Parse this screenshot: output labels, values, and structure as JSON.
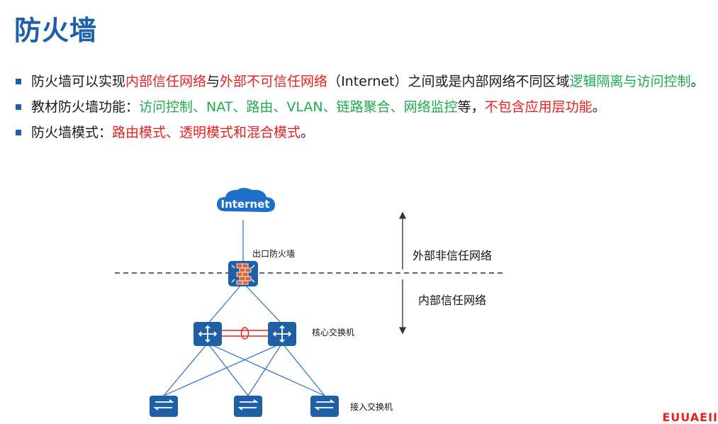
{
  "title": "防火墙",
  "bullets": [
    {
      "segments": [
        {
          "text": "防火墙可以实现",
          "color": "normal"
        },
        {
          "text": "内部信任网络",
          "color": "red"
        },
        {
          "text": "与",
          "color": "normal"
        },
        {
          "text": "外部不可信任网络",
          "color": "red"
        },
        {
          "text": "（Internet）之间或是内部网络不同区域",
          "color": "normal"
        },
        {
          "text": "逻辑隔离与访问控制",
          "color": "green"
        },
        {
          "text": "。",
          "color": "normal"
        }
      ]
    },
    {
      "segments": [
        {
          "text": "教材防火墙功能：",
          "color": "normal"
        },
        {
          "text": "访问控制、NAT、路由、VLAN、链路聚合、网络监控",
          "color": "green"
        },
        {
          "text": "等，",
          "color": "normal"
        },
        {
          "text": "不包含应用层功能",
          "color": "red"
        },
        {
          "text": "。",
          "color": "normal"
        }
      ]
    },
    {
      "segments": [
        {
          "text": "防火墙模式：",
          "color": "normal"
        },
        {
          "text": "路由模式、透明模式和混合模式",
          "color": "red"
        },
        {
          "text": "。",
          "color": "normal"
        }
      ]
    }
  ],
  "diagram": {
    "cloud_label": "Internet",
    "firewall_label": "出口防火墙",
    "core_label": "核心交换机",
    "access_label": "接入交换机",
    "outside_zone": "外部非信任网络",
    "inside_zone": "内部信任网络",
    "link_symbol": "0"
  },
  "brand_text": "EUUAEII",
  "colors": {
    "title": "#1d5fa8",
    "red": "#e8201e",
    "green": "#1faa4d",
    "device": "#1f5fa3"
  }
}
